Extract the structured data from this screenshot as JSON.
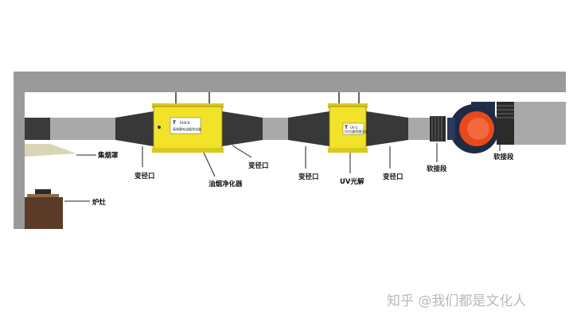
{
  "labels": {
    "hood": "集烟罩",
    "stove": "炉灶",
    "reducer1": "变径口",
    "purifier": "油烟净化器",
    "reducer2": "变径口",
    "reducer3": "变径口",
    "uv": "UV光解",
    "reducer4": "变径口",
    "flex1": "软接段",
    "flex2": "软接段"
  },
  "purifier_panel": {
    "brand": "T",
    "model": "RHX-8",
    "caption": "高效静电油烟净化器"
  },
  "uv_panel": {
    "brand": "T",
    "model": "UV-2",
    "caption": "UV光解除臭设备"
  },
  "watermark": "知乎 @我们都是文化人",
  "colors": {
    "structure_gray": "#9a9a9a",
    "duct_gray": "#a9a9a9",
    "duct_dark": "#3a3a3a",
    "equipment_yellow": "#f2e22a",
    "fan_orange": "#e8491d",
    "stove_brown": "#5b3a27"
  }
}
